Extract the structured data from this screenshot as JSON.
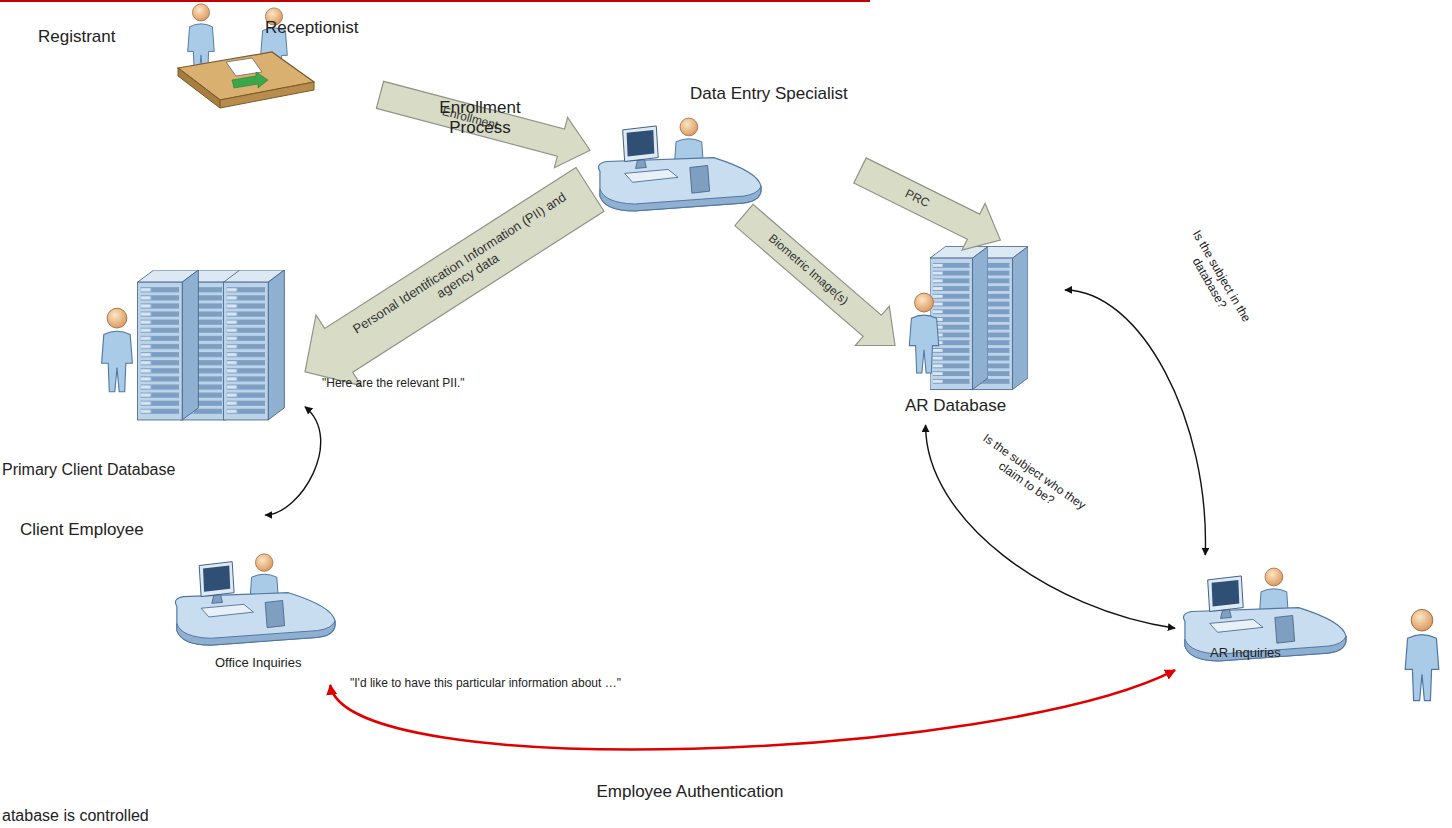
{
  "diagram": {
    "nodes": [
      {
        "text": [
          "Registrant",
          "Receptionist"
        ]
      },
      {
        "text": [
          "Data Entry Specialist"
        ]
      },
      {
        "text": [
          "Primary Client Database"
        ]
      },
      {
        "text": [
          "AR Database"
        ]
      },
      {
        "text": [
          "Client Employee",
          "Office Inquiries"
        ]
      },
      {
        "text": [
          "AR Inquiries"
        ]
      }
    ],
    "edges": [
      {
        "from": 0,
        "to": 1,
        "arrow": "to",
        "label": "Enrollment"
      },
      {
        "from": 1,
        "to": 2,
        "arrow": "to",
        "label": "Personal Identification Information (PII) and agency data"
      },
      {
        "from": 1,
        "to": 3,
        "arrow": "to",
        "label": "Biometric Image(s)"
      },
      {
        "from": 1,
        "to": 3,
        "arrow": "to",
        "label": "PRC"
      },
      {
        "from": 2,
        "to": 4,
        "arrow": "both"
      },
      {
        "from": 3,
        "to": 5,
        "arrow": "both",
        "label": "Is the subject in the database?"
      },
      {
        "from": 3,
        "to": 5,
        "arrow": "both",
        "label": "Is the subject who they claim to be?"
      },
      {
        "from": 4,
        "to": 5,
        "arrow": "both",
        "label": "Employee Authentication"
      }
    ],
    "labels": [
      "Enrollment Process",
      "\"Here are the relevant PII.\"",
      "\"I'd like to have this particular information about …\"",
      "atabase is controlled"
    ]
  }
}
